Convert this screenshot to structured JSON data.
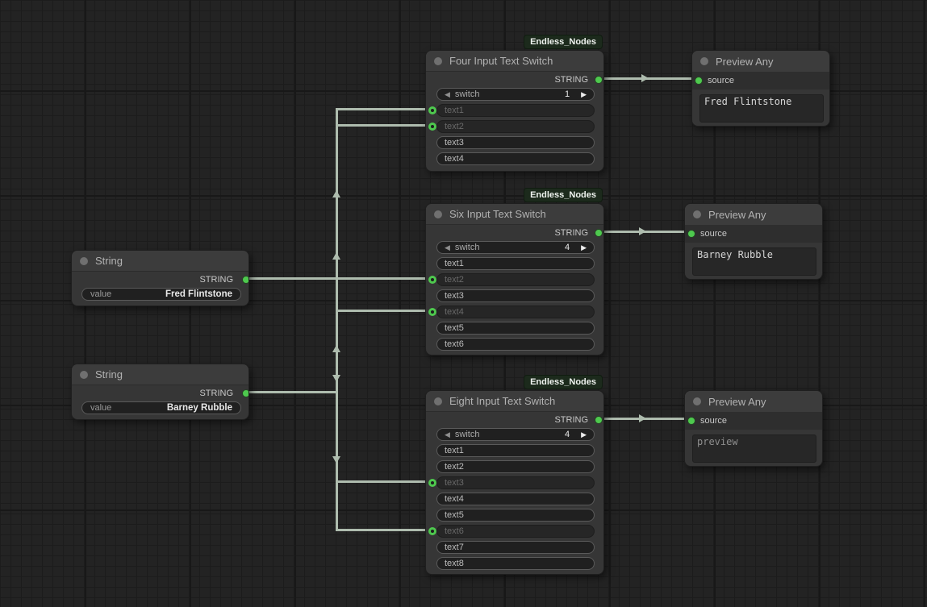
{
  "badge_label": "Endless_Nodes",
  "icons": {
    "prev": "◀",
    "next": "▶"
  },
  "colors": {
    "accent_green": "#4ec94e",
    "wire": "#aebcae",
    "badge_bg": "#1c2a1c",
    "node_bg": "#363636"
  },
  "nodes": {
    "string1": {
      "title": "String",
      "output_label": "STRING",
      "widget": {
        "label": "value",
        "value": "Fred Flintstone"
      }
    },
    "string2": {
      "title": "String",
      "output_label": "STRING",
      "widget": {
        "label": "value",
        "value": "Barney Rubble"
      }
    },
    "four": {
      "title": "Four Input Text Switch",
      "output_label": "STRING",
      "switch_label": "switch",
      "switch_value": "1",
      "rows": [
        "text1",
        "text2",
        "text3",
        "text4"
      ],
      "connected_rows": [
        "text1",
        "text2"
      ]
    },
    "six": {
      "title": "Six Input Text Switch",
      "output_label": "STRING",
      "switch_label": "switch",
      "switch_value": "4",
      "rows": [
        "text1",
        "text2",
        "text3",
        "text4",
        "text5",
        "text6"
      ],
      "connected_rows": [
        "text2",
        "text4"
      ]
    },
    "eight": {
      "title": "Eight Input Text Switch",
      "output_label": "STRING",
      "switch_label": "switch",
      "switch_value": "4",
      "rows": [
        "text1",
        "text2",
        "text3",
        "text4",
        "text5",
        "text6",
        "text7",
        "text8"
      ],
      "connected_rows": [
        "text3",
        "text6"
      ]
    },
    "preview1": {
      "title": "Preview Any",
      "input_label": "source",
      "text": "Fred Flintstone"
    },
    "preview2": {
      "title": "Preview Any",
      "input_label": "source",
      "text": "Barney Rubble"
    },
    "preview3": {
      "title": "Preview Any",
      "input_label": "source",
      "text": "preview"
    }
  }
}
